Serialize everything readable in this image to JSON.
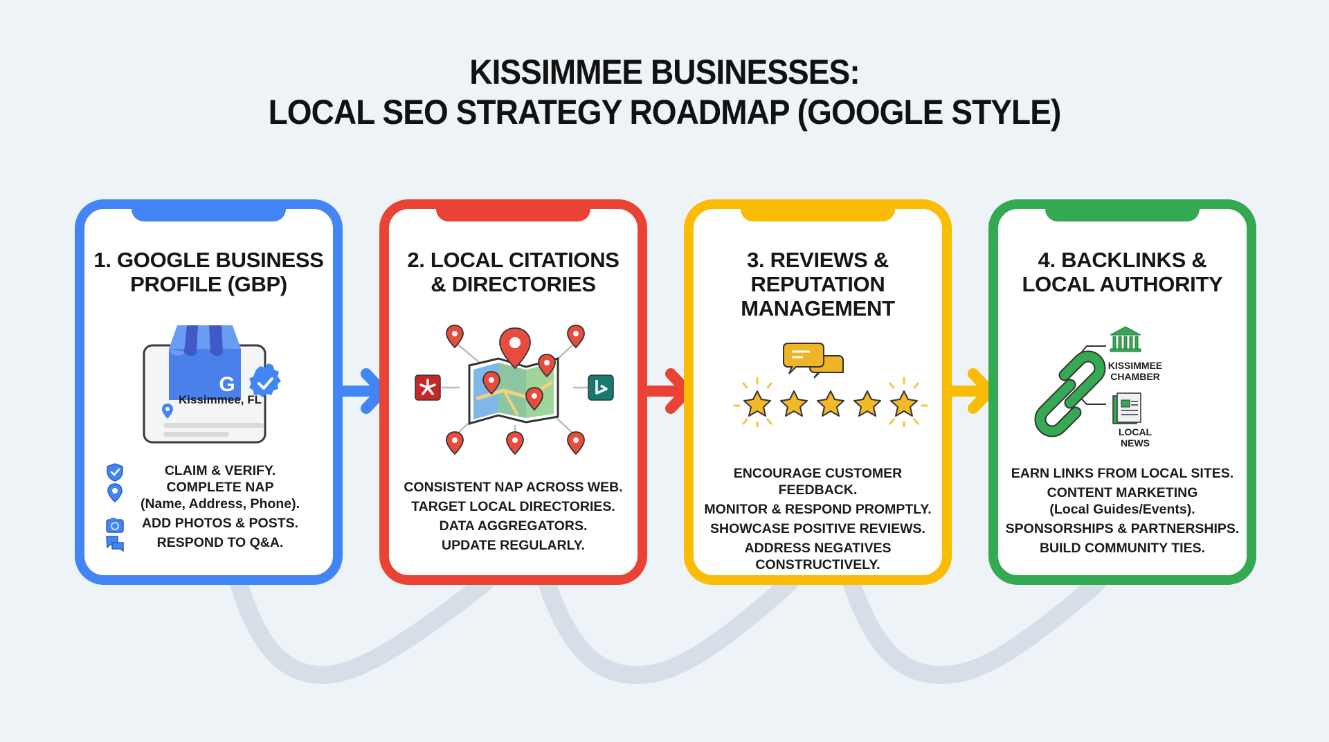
{
  "title": {
    "line1": "KISSIMMEE BUSINESSES:",
    "line2": "LOCAL SEO STRATEGY ROADMAP (GOOGLE STYLE)"
  },
  "colors": {
    "background": "#eef3f7",
    "blue": "#4285f4",
    "red": "#ea4335",
    "yellow": "#fbbc05",
    "green": "#34a853",
    "swoosh": "#d6dfe7"
  },
  "steps": [
    {
      "number": "1",
      "title_line1": "1. GOOGLE BUSINESS",
      "title_line2": "PROFILE (GBP)",
      "color": "#4285f4",
      "icon": "storefront-profile-icon",
      "location_label": "Kissimmee, FL",
      "bullets": [
        {
          "icon": "shield-check-icon",
          "lines": [
            "CLAIM & VERIFY."
          ]
        },
        {
          "icon": "map-pin-icon",
          "lines": [
            "COMPLETE NAP",
            "(Name, Address, Phone)."
          ]
        },
        {
          "icon": "camera-icon",
          "lines": [
            "ADD PHOTOS & POSTS."
          ]
        },
        {
          "icon": "chat-bubbles-icon",
          "lines": [
            "RESPOND TO Q&A."
          ]
        }
      ]
    },
    {
      "number": "2",
      "title_line1": "2. LOCAL CITATIONS",
      "title_line2": "& DIRECTORIES",
      "color": "#ea4335",
      "icon": "map-with-pins-icon",
      "bullets": [
        {
          "lines": [
            "CONSISTENT NAP ACROSS WEB."
          ]
        },
        {
          "lines": [
            "TARGET LOCAL DIRECTORIES."
          ]
        },
        {
          "lines": [
            "DATA AGGREGATORS."
          ]
        },
        {
          "lines": [
            "UPDATE REGULARLY."
          ]
        }
      ]
    },
    {
      "number": "3",
      "title_line1": "3. REVIEWS &",
      "title_line2": "REPUTATION",
      "title_line3": "MANAGEMENT",
      "color": "#fbbc05",
      "icon": "five-star-rating-icon",
      "stars": 5,
      "bullets": [
        {
          "lines": [
            "ENCOURAGE CUSTOMER FEEDBACK."
          ]
        },
        {
          "lines": [
            "MONITOR & RESPOND PROMPTLY."
          ]
        },
        {
          "lines": [
            "SHOWCASE POSITIVE REVIEWS."
          ]
        },
        {
          "lines": [
            "ADDRESS NEGATIVES",
            "CONSTRUCTIVELY."
          ]
        }
      ]
    },
    {
      "number": "4",
      "title_line1": "4. BACKLINKS &",
      "title_line2": "LOCAL AUTHORITY",
      "color": "#34a853",
      "icon": "chain-link-icon",
      "link_targets": [
        {
          "icon": "chamber-building-icon",
          "line1": "KISSIMMEE",
          "line2": "CHAMBER"
        },
        {
          "icon": "newspaper-icon",
          "line1": "LOCAL",
          "line2": "NEWS"
        }
      ],
      "bullets": [
        {
          "lines": [
            "EARN LINKS FROM LOCAL SITES."
          ]
        },
        {
          "lines": [
            "CONTENT MARKETING",
            "(Local Guides/Events)."
          ]
        },
        {
          "lines": [
            "SPONSORSHIPS & PARTNERSHIPS."
          ]
        },
        {
          "lines": [
            "BUILD COMMUNITY TIES."
          ]
        }
      ]
    }
  ]
}
